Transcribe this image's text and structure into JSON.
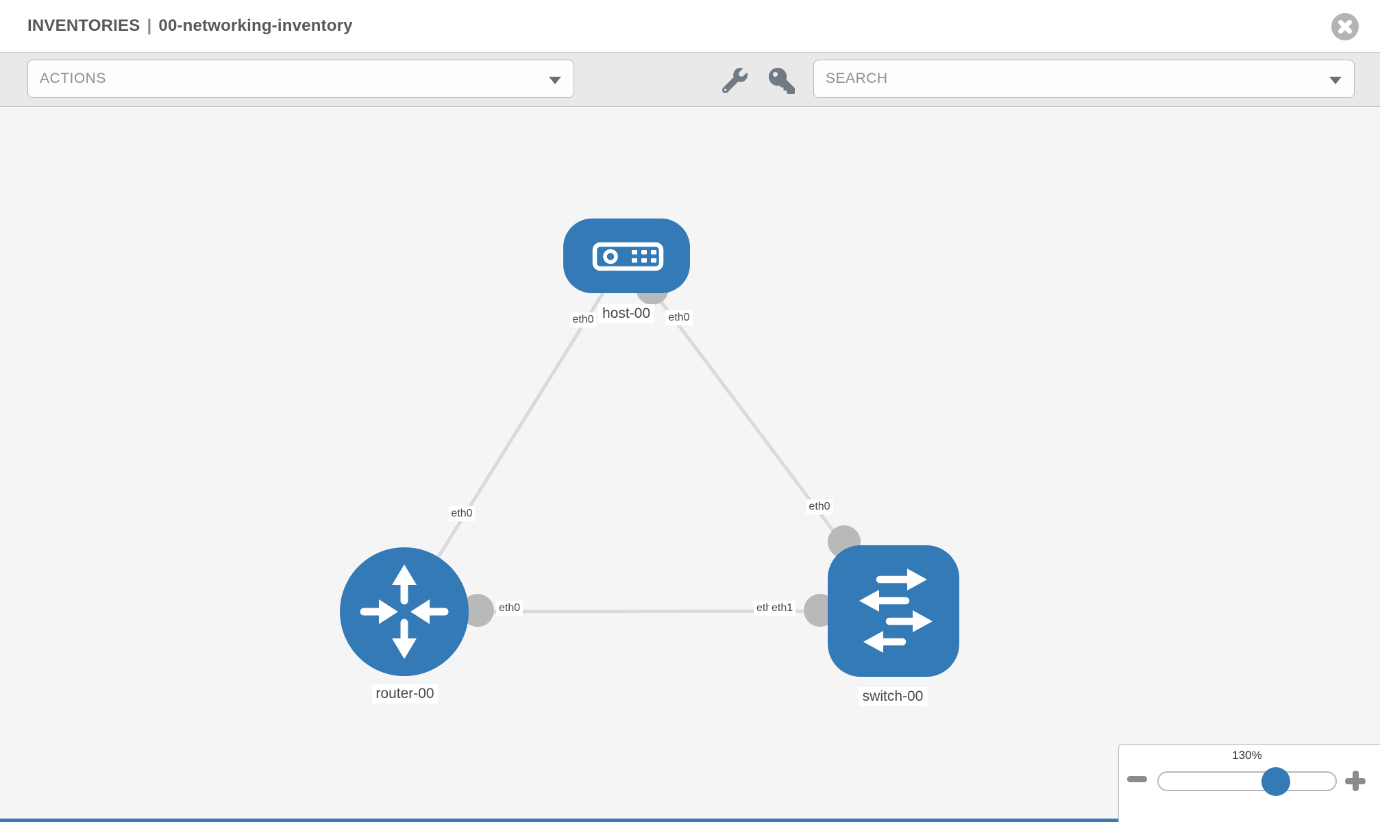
{
  "header": {
    "section": "INVENTORIES",
    "separator": "|",
    "inventory_name": "00-networking-inventory"
  },
  "toolbar": {
    "actions_label": "ACTIONS",
    "search_placeholder": "SEARCH"
  },
  "topology": {
    "nodes": [
      {
        "id": "host-00",
        "type": "host",
        "label": "host-00"
      },
      {
        "id": "router-00",
        "type": "router",
        "label": "router-00"
      },
      {
        "id": "switch-00",
        "type": "switch",
        "label": "switch-00"
      }
    ],
    "links": [
      {
        "source": "host-00",
        "target": "router-00",
        "source_iface": "eth0",
        "target_iface": "eth0"
      },
      {
        "source": "host-00",
        "target": "switch-00",
        "source_iface": "eth0",
        "target_iface": "eth0"
      },
      {
        "source": "router-00",
        "target": "switch-00",
        "source_iface": "eth0",
        "target_iface": "eth1"
      }
    ],
    "iface_labels": {
      "host_end_to_router": "eth0",
      "router_end_to_host": "eth0",
      "host_end_to_switch": "eth0",
      "switch_end_to_host": "eth0",
      "router_end_to_switch": "eth0",
      "switch_end_to_router_covered": "eth0",
      "switch_end_to_router": "eth1"
    }
  },
  "zoom_control": {
    "level": "130%"
  },
  "colors": {
    "node_blue": "#337ab7",
    "link_gray": "#d9d9d9",
    "endpoint_gray": "#b9b9b9",
    "canvas_bg": "#f5f5f5",
    "footer_bar_blue": "#3a7ab2"
  }
}
